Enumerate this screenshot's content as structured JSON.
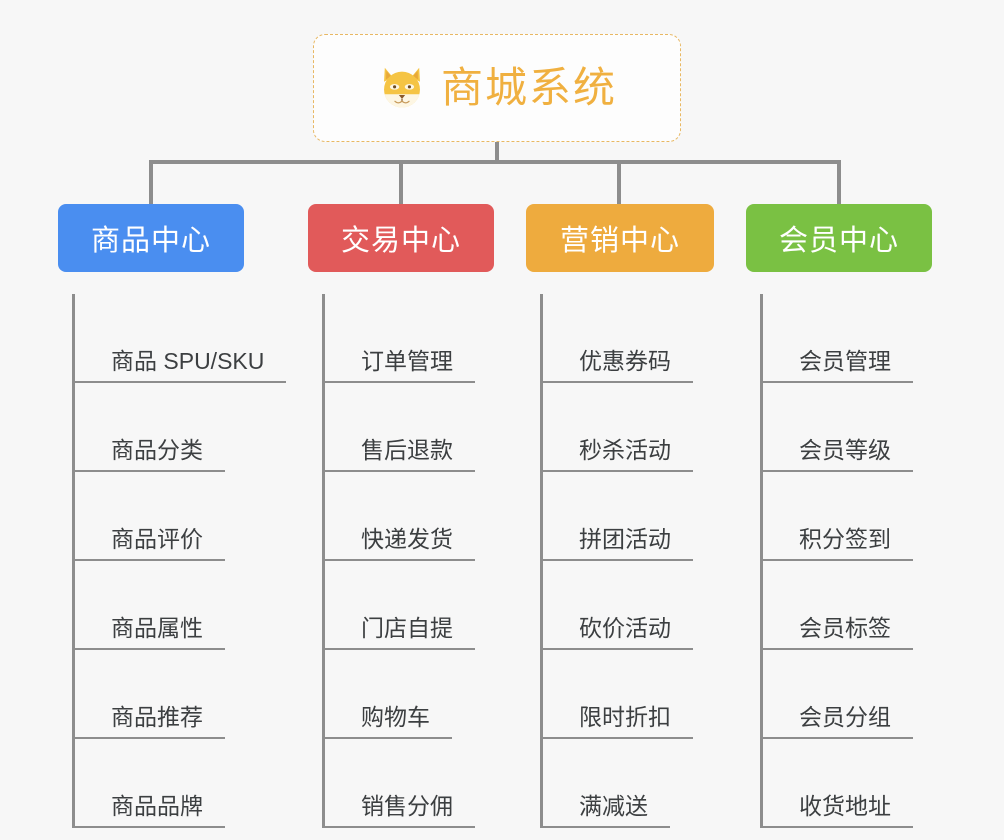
{
  "page": {
    "background_color": "#f7f7f7",
    "type": "mindmap-tree"
  },
  "root": {
    "title": "商城系统",
    "icon": "shiba-dog-face-emoji",
    "text_color": "#f0b040",
    "border_color": "#e8b863",
    "background_color": "#fdfdfd"
  },
  "connector": {
    "color": "#8d8d8d"
  },
  "categories": [
    {
      "label": "商品中心",
      "color": "#4a8ef0",
      "items": [
        {
          "label": "商品 SPU/SKU"
        },
        {
          "label": "商品分类"
        },
        {
          "label": "商品评价"
        },
        {
          "label": "商品属性"
        },
        {
          "label": "商品推荐"
        },
        {
          "label": "商品品牌"
        }
      ]
    },
    {
      "label": "交易中心",
      "color": "#e15a5a",
      "items": [
        {
          "label": "订单管理"
        },
        {
          "label": "售后退款"
        },
        {
          "label": "快递发货"
        },
        {
          "label": "门店自提"
        },
        {
          "label": "购物车"
        },
        {
          "label": "销售分佣"
        }
      ]
    },
    {
      "label": "营销中心",
      "color": "#eeab3e",
      "items": [
        {
          "label": "优惠券码"
        },
        {
          "label": "秒杀活动"
        },
        {
          "label": "拼团活动"
        },
        {
          "label": "砍价活动"
        },
        {
          "label": "限时折扣"
        },
        {
          "label": "满减送"
        }
      ]
    },
    {
      "label": "会员中心",
      "color": "#7ac143",
      "items": [
        {
          "label": "会员管理"
        },
        {
          "label": "会员等级"
        },
        {
          "label": "积分签到"
        },
        {
          "label": "会员标签"
        },
        {
          "label": "会员分组"
        },
        {
          "label": "收货地址"
        }
      ]
    }
  ]
}
